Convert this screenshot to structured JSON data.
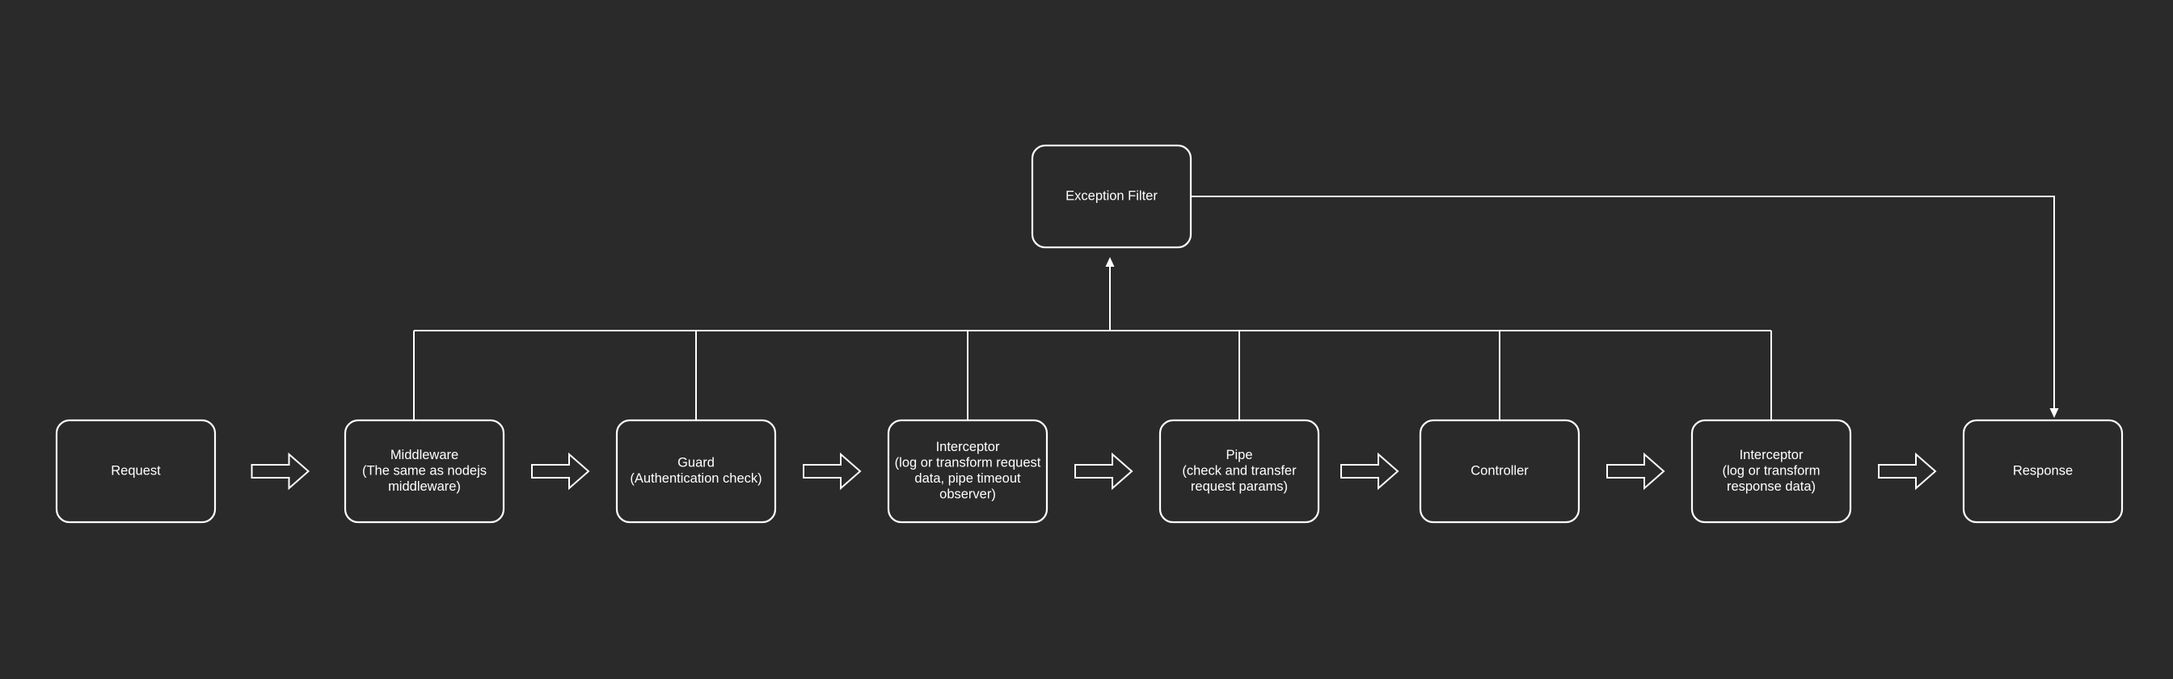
{
  "diagram": {
    "colors": {
      "background": "#2a2a2a",
      "stroke": "#ffffff",
      "text": "#ffffff"
    },
    "nodes": [
      {
        "id": "request",
        "lines": [
          "Request"
        ]
      },
      {
        "id": "middleware",
        "lines": [
          "Middleware",
          "(The same as nodejs",
          "middleware)"
        ]
      },
      {
        "id": "guard",
        "lines": [
          "Guard",
          "(Authentication check)"
        ]
      },
      {
        "id": "interceptor-request",
        "lines": [
          "Interceptor",
          "(log or transform request",
          "data, pipe timeout",
          "observer)"
        ]
      },
      {
        "id": "pipe",
        "lines": [
          "Pipe",
          "(check and transfer",
          "request params)"
        ]
      },
      {
        "id": "controller",
        "lines": [
          "Controller"
        ]
      },
      {
        "id": "interceptor-response",
        "lines": [
          "Interceptor",
          "(log or transform",
          "response data)"
        ]
      },
      {
        "id": "response",
        "lines": [
          "Response"
        ]
      },
      {
        "id": "exception-filter",
        "lines": [
          "Exception Filter"
        ]
      }
    ],
    "flow": [
      [
        "request",
        "middleware"
      ],
      [
        "middleware",
        "guard"
      ],
      [
        "guard",
        "interceptor-request"
      ],
      [
        "interceptor-request",
        "pipe"
      ],
      [
        "pipe",
        "controller"
      ],
      [
        "controller",
        "interceptor-response"
      ],
      [
        "interceptor-response",
        "response"
      ]
    ],
    "exception_sources": [
      "middleware",
      "guard",
      "interceptor-request",
      "pipe",
      "controller",
      "interceptor-response"
    ],
    "exception_target": "exception-filter",
    "exception_output": "response"
  }
}
